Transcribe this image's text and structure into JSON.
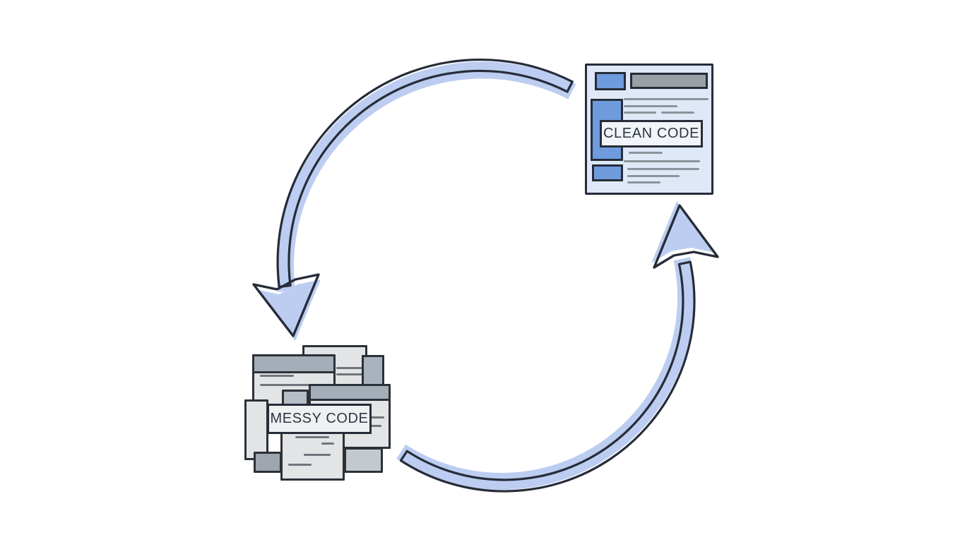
{
  "diagram": {
    "type": "cycle",
    "nodes": [
      {
        "id": "clean-code",
        "label": "CLEAN CODE"
      },
      {
        "id": "messy-code",
        "label": "MESSY CODE"
      }
    ],
    "edges": [
      {
        "from": "clean-code",
        "to": "messy-code",
        "style": "curved-arrow-down-left"
      },
      {
        "from": "messy-code",
        "to": "clean-code",
        "style": "curved-arrow-up-right"
      }
    ],
    "colors": {
      "background": "#ffffff",
      "outline_ink": "#262c38",
      "arrow_fill": "#bccdf1",
      "clean_card_bg": "#dfe8f6",
      "clean_accent_blue": "#6d9bde",
      "clean_gray_block": "#9ba0a6",
      "clean_text_line": "#8c929b",
      "messy_card_bg": "#e2e4e5",
      "messy_header_bar": "#a4adb8",
      "messy_dark_card": "#aab3bd",
      "messy_text_line": "#70757d",
      "label_bg": "#f1f4f8"
    }
  }
}
